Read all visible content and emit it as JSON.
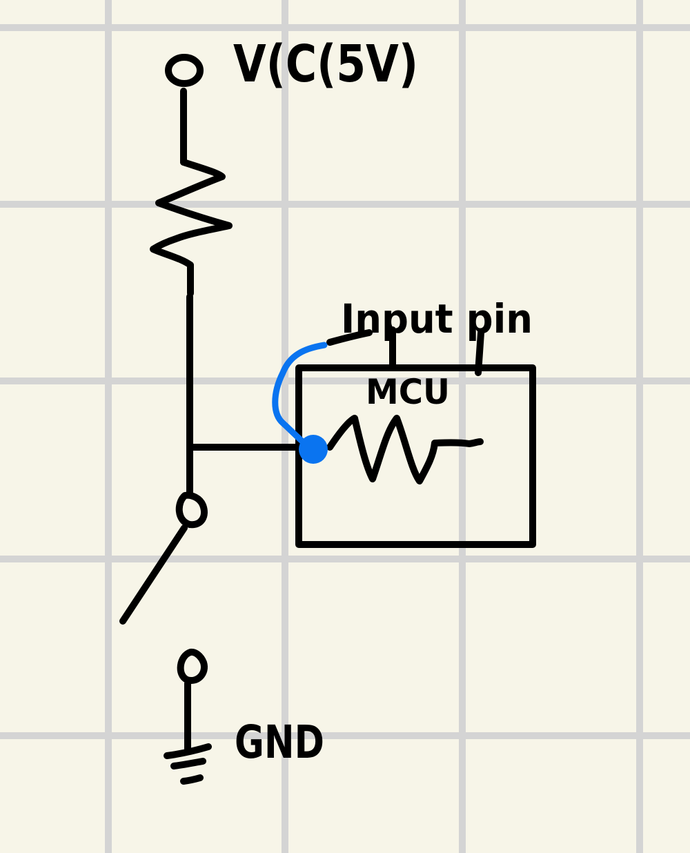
{
  "labels": {
    "vcc": "V(C(5V)",
    "gnd": "GND",
    "input_pin": "Input pin",
    "mcu": "MCU"
  },
  "colors": {
    "background": "#f7f5e8",
    "grid": "#d4d4d4",
    "ink": "#000000",
    "highlight": "#0a74f0"
  }
}
